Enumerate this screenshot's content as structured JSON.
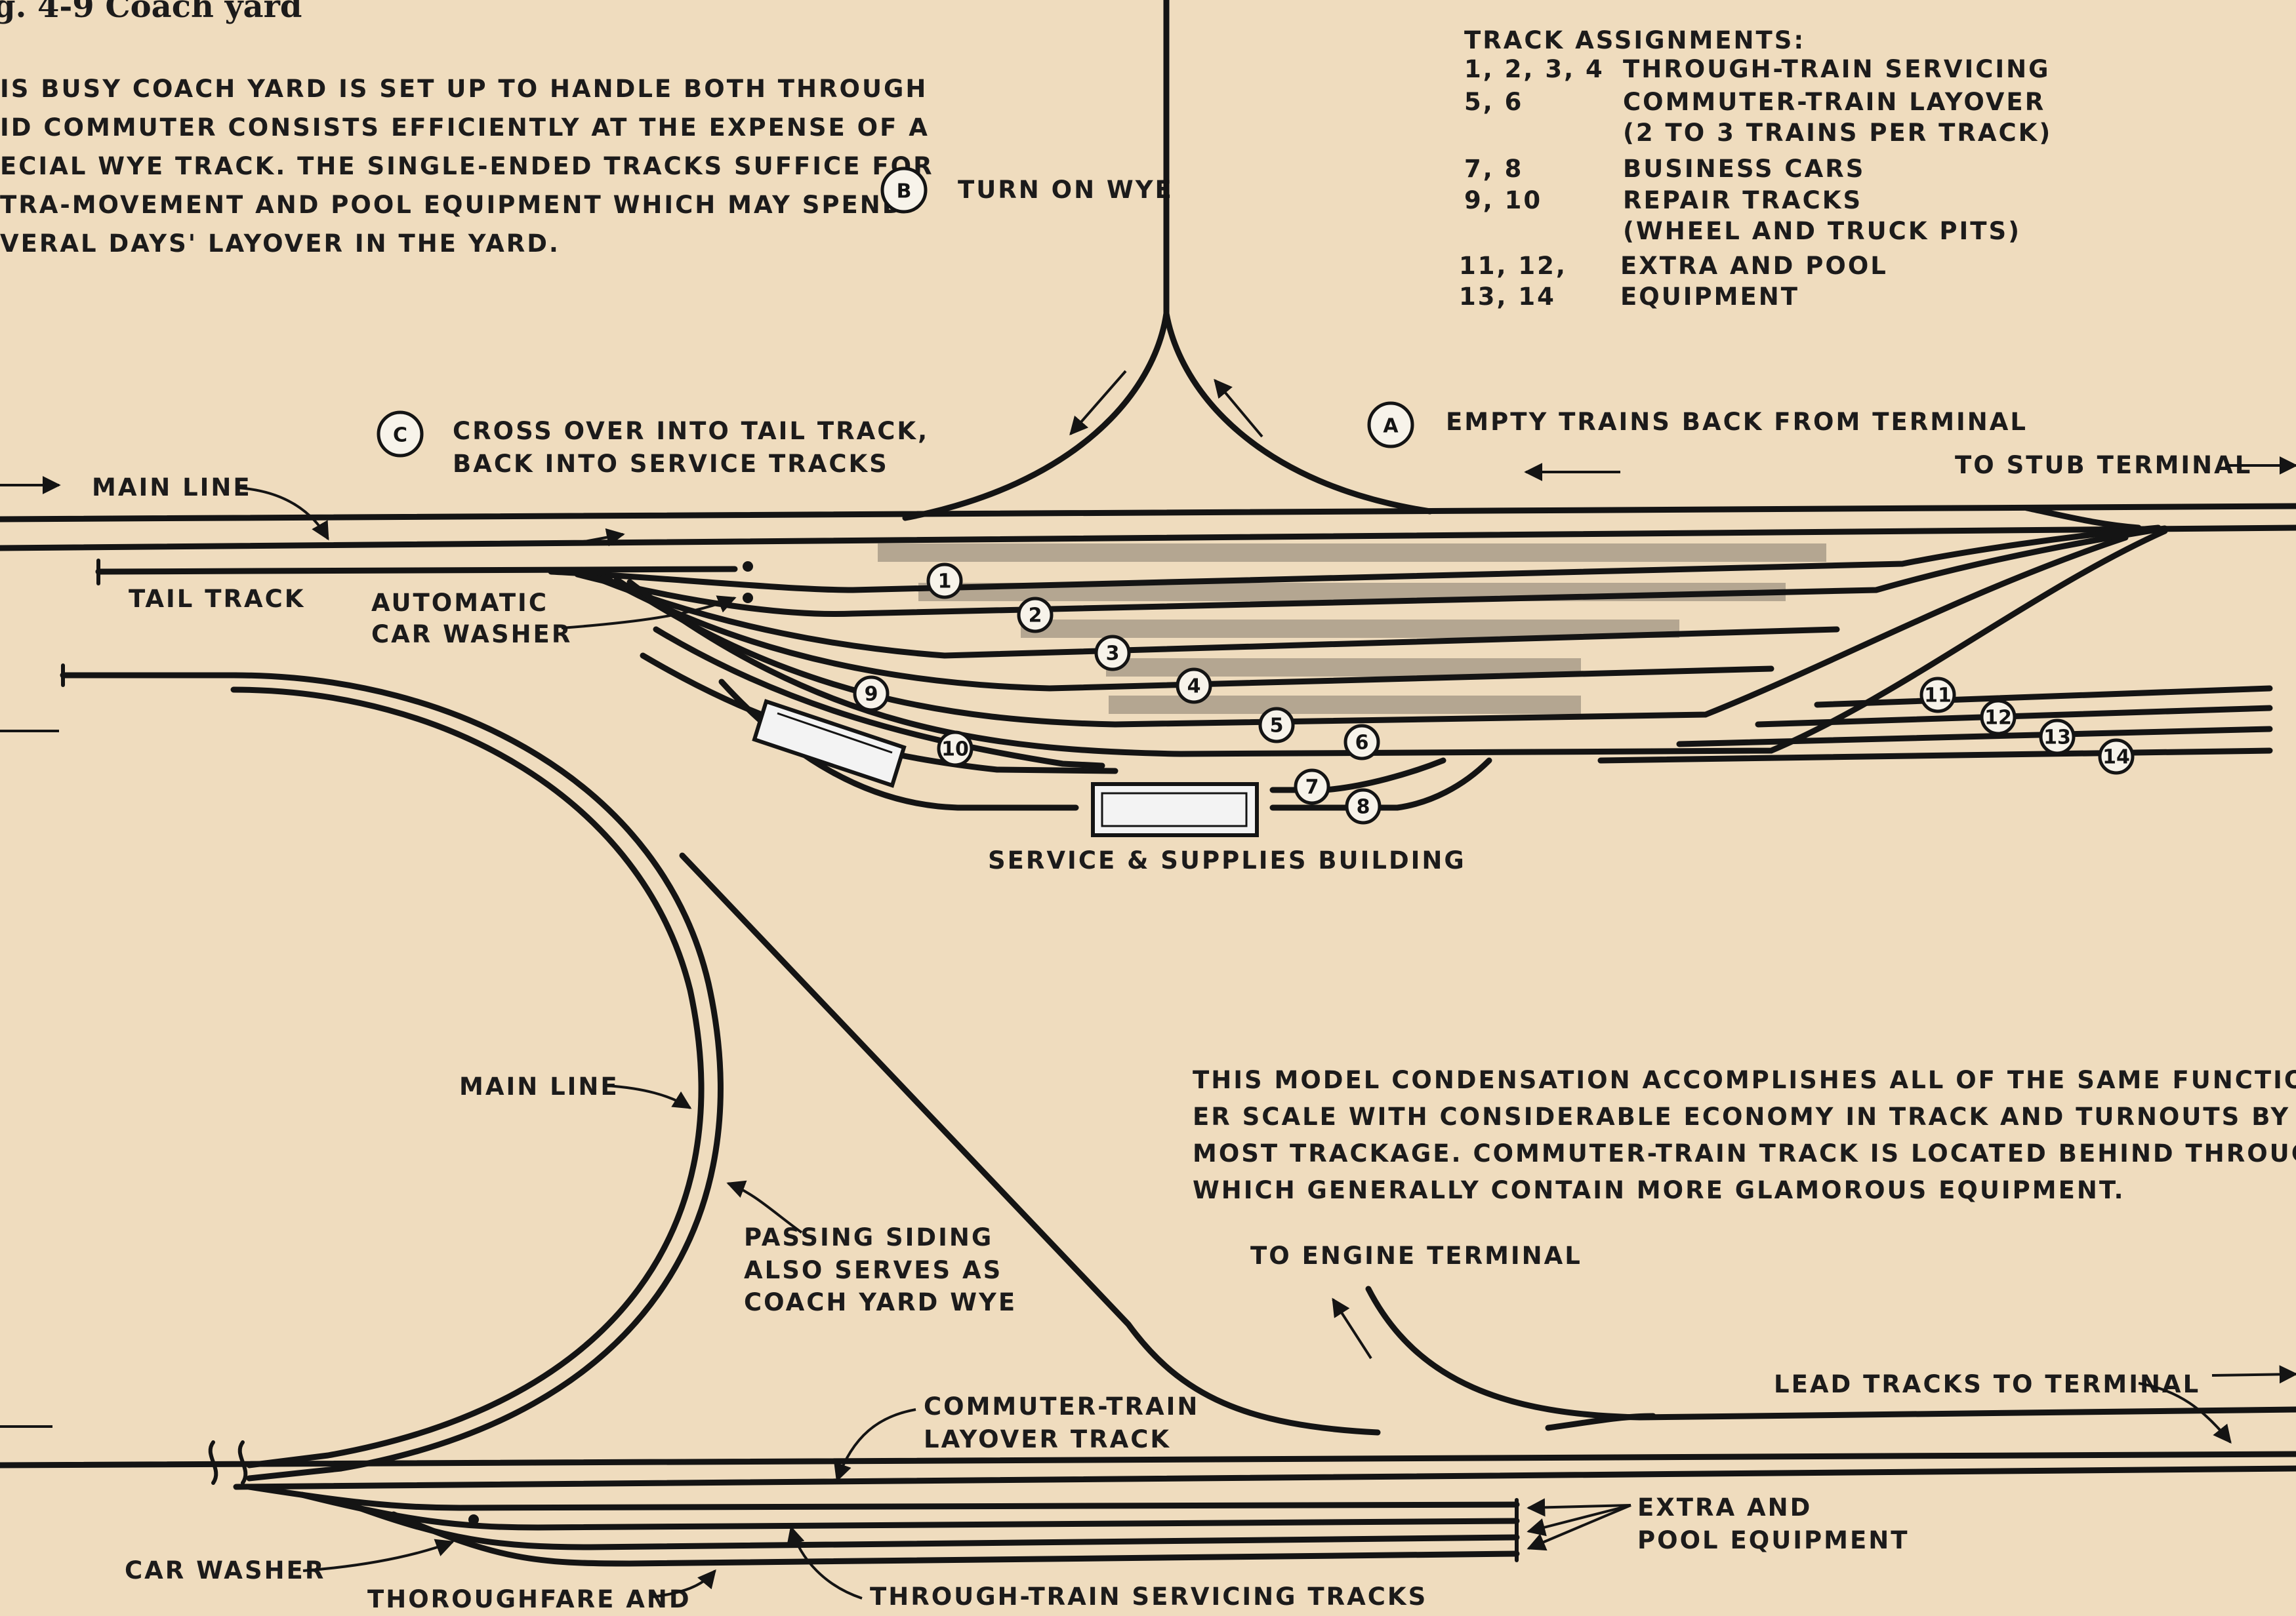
{
  "figure_title": "g. 4-9   Coach yard",
  "intro_text": [
    "IS BUSY COACH YARD IS SET UP TO HANDLE BOTH THROUGH",
    "ID COMMUTER CONSISTS EFFICIENTLY AT THE EXPENSE OF A",
    "ECIAL WYE TRACK.  THE SINGLE-ENDED TRACKS SUFFICE FOR",
    "TRA-MOVEMENT AND POOL EQUIPMENT WHICH MAY SPEND",
    "VERAL DAYS' LAYOVER IN THE YARD."
  ],
  "track_assignments": {
    "heading": "TRACK ASSIGNMENTS:",
    "rows": [
      {
        "tracks": "1,  2,  3,  4",
        "use": "THROUGH-TRAIN SERVICING"
      },
      {
        "tracks": "5,  6",
        "use": "COMMUTER-TRAIN LAYOVER"
      },
      {
        "tracks": "",
        "use": "(2 TO 3 TRAINS PER TRACK)"
      },
      {
        "tracks": "7,  8",
        "use": "BUSINESS CARS"
      },
      {
        "tracks": "9,  10",
        "use": "REPAIR TRACKS"
      },
      {
        "tracks": "",
        "use": "(WHEEL AND TRUCK PITS)"
      },
      {
        "tracks": "11,  12,",
        "use": "EXTRA AND POOL"
      },
      {
        "tracks": "13,  14",
        "use": "EQUIPMENT"
      }
    ]
  },
  "moves": [
    {
      "letter": "B",
      "text": "TURN ON WYE"
    },
    {
      "letter": "C",
      "text": "CROSS  OVER  INTO  TAIL  TRACK,",
      "text2": "BACK  INTO  SERVICE  TRACKS"
    },
    {
      "letter": "A",
      "text": "EMPTY  TRAINS  BACK  FROM  TERMINAL"
    }
  ],
  "labels": {
    "main_line_top": "MAIN LINE",
    "to_stub_terminal": "TO  STUB  TERMINAL",
    "tail_track": "TAIL TRACK",
    "automatic_car_washer_1": "AUTOMATIC",
    "automatic_car_washer_2": "CAR WASHER",
    "service_building": "SERVICE  &  SUPPLIES  BUILDING",
    "main_line_loop": "MAIN  LINE",
    "passing_siding_1": "PASSING  SIDING",
    "passing_siding_2": "ALSO  SERVES  AS",
    "passing_siding_3": "COACH  YARD  WYE",
    "to_engine_terminal": "TO  ENGINE  TERMINAL",
    "lead_tracks": "LEAD  TRACKS  TO  TERMINAL",
    "commuter_layover_1": "COMMUTER-TRAIN",
    "commuter_layover_2": "LAYOVER  TRACK",
    "extra_pool_1": "EXTRA  AND",
    "extra_pool_2": "POOL  EQUIPMENT",
    "car_washer": "CAR  WASHER",
    "thoroughfare": "THOROUGHFARE  AND",
    "through_train_tracks": "THROUGH-TRAIN  SERVICING  TRACKS"
  },
  "model_text": [
    "THIS MODEL CONDENSATION ACCOMPLISHES ALL OF THE SAME FUNCTIONS ON A SMALL-",
    "ER SCALE WITH CONSIDERABLE ECONOMY IN TRACK AND TURNOUTS BY MULTIPLE USE OF",
    "MOST TRACKAGE.  COMMUTER-TRAIN TRACK IS LOCATED BEHIND THROUGH-TRAIN TRACKS",
    "WHICH GENERALLY CONTAIN MORE GLAMOROUS EQUIPMENT."
  ],
  "track_numbers": [
    "1",
    "2",
    "3",
    "4",
    "5",
    "6",
    "7",
    "8",
    "9",
    "10",
    "11",
    "12",
    "13",
    "14"
  ]
}
